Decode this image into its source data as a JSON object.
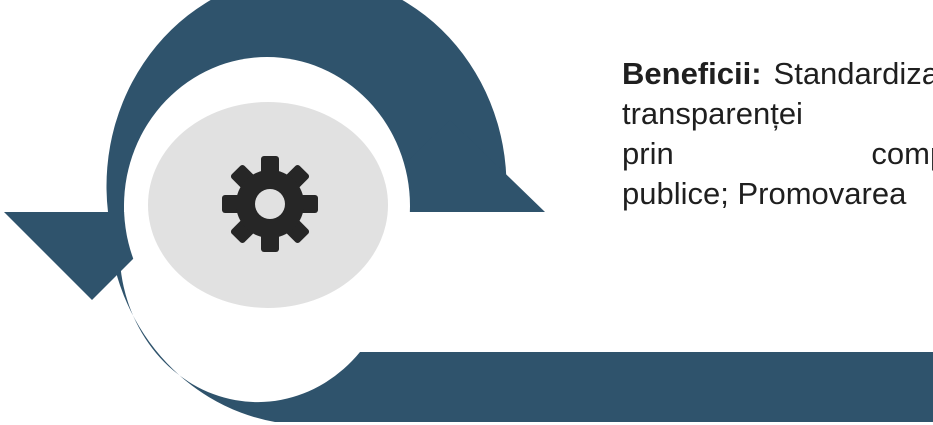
{
  "colors": {
    "ring": "#2f536c",
    "inner_disc": "#e1e1e1",
    "gear": "#262626",
    "text": "#1f1f1f",
    "background": "#ffffff"
  },
  "icon": {
    "name": "gear-icon"
  },
  "benefits": {
    "label": "Beneficii:",
    "line1_rest": "Standardizarea",
    "line2": "transparenței și",
    "line3": "prin completarea",
    "line4": "publice; Promovarea"
  }
}
